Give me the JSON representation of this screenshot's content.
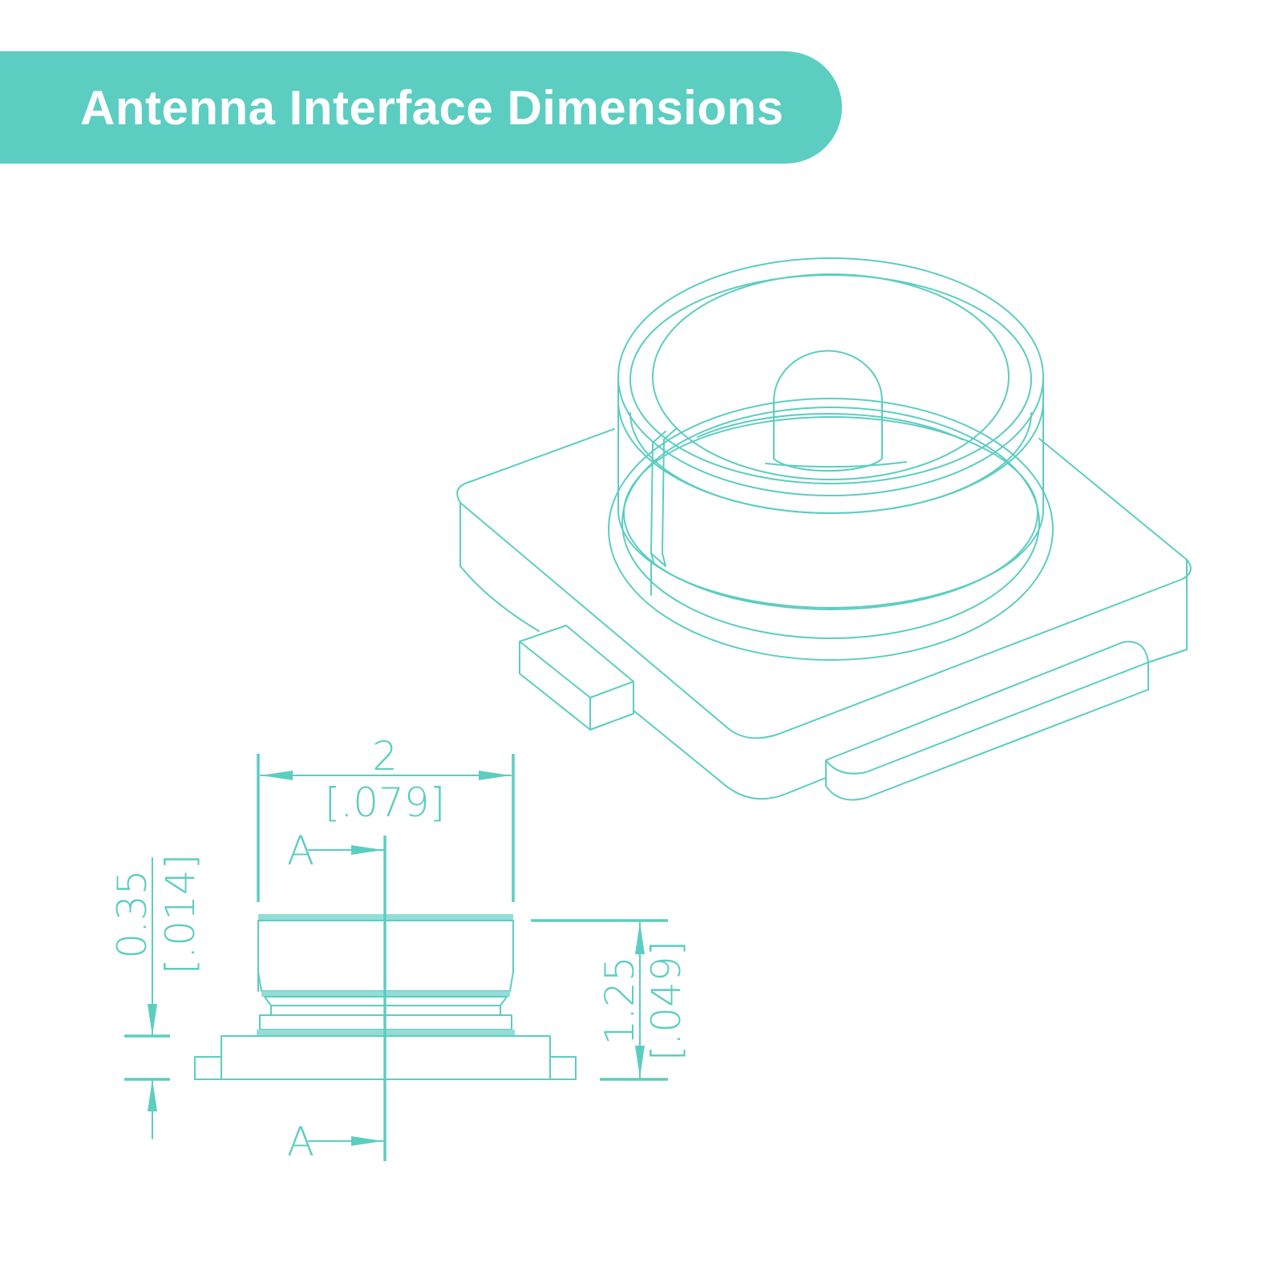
{
  "header": {
    "title": "Antenna Interface Dimensions"
  },
  "colors": {
    "accent": "#5ccdc1",
    "background": "#ffffff",
    "title_text": "#ffffff"
  },
  "drawing": {
    "width_dimension": {
      "value": "2",
      "inches": "[.079]"
    },
    "height_dimension": {
      "value": "1.25",
      "inches": "[.049]"
    },
    "base_dimension": {
      "value": "0.35",
      "inches": "[.014]"
    },
    "section_labels": {
      "top": "A",
      "bottom": "A"
    }
  }
}
